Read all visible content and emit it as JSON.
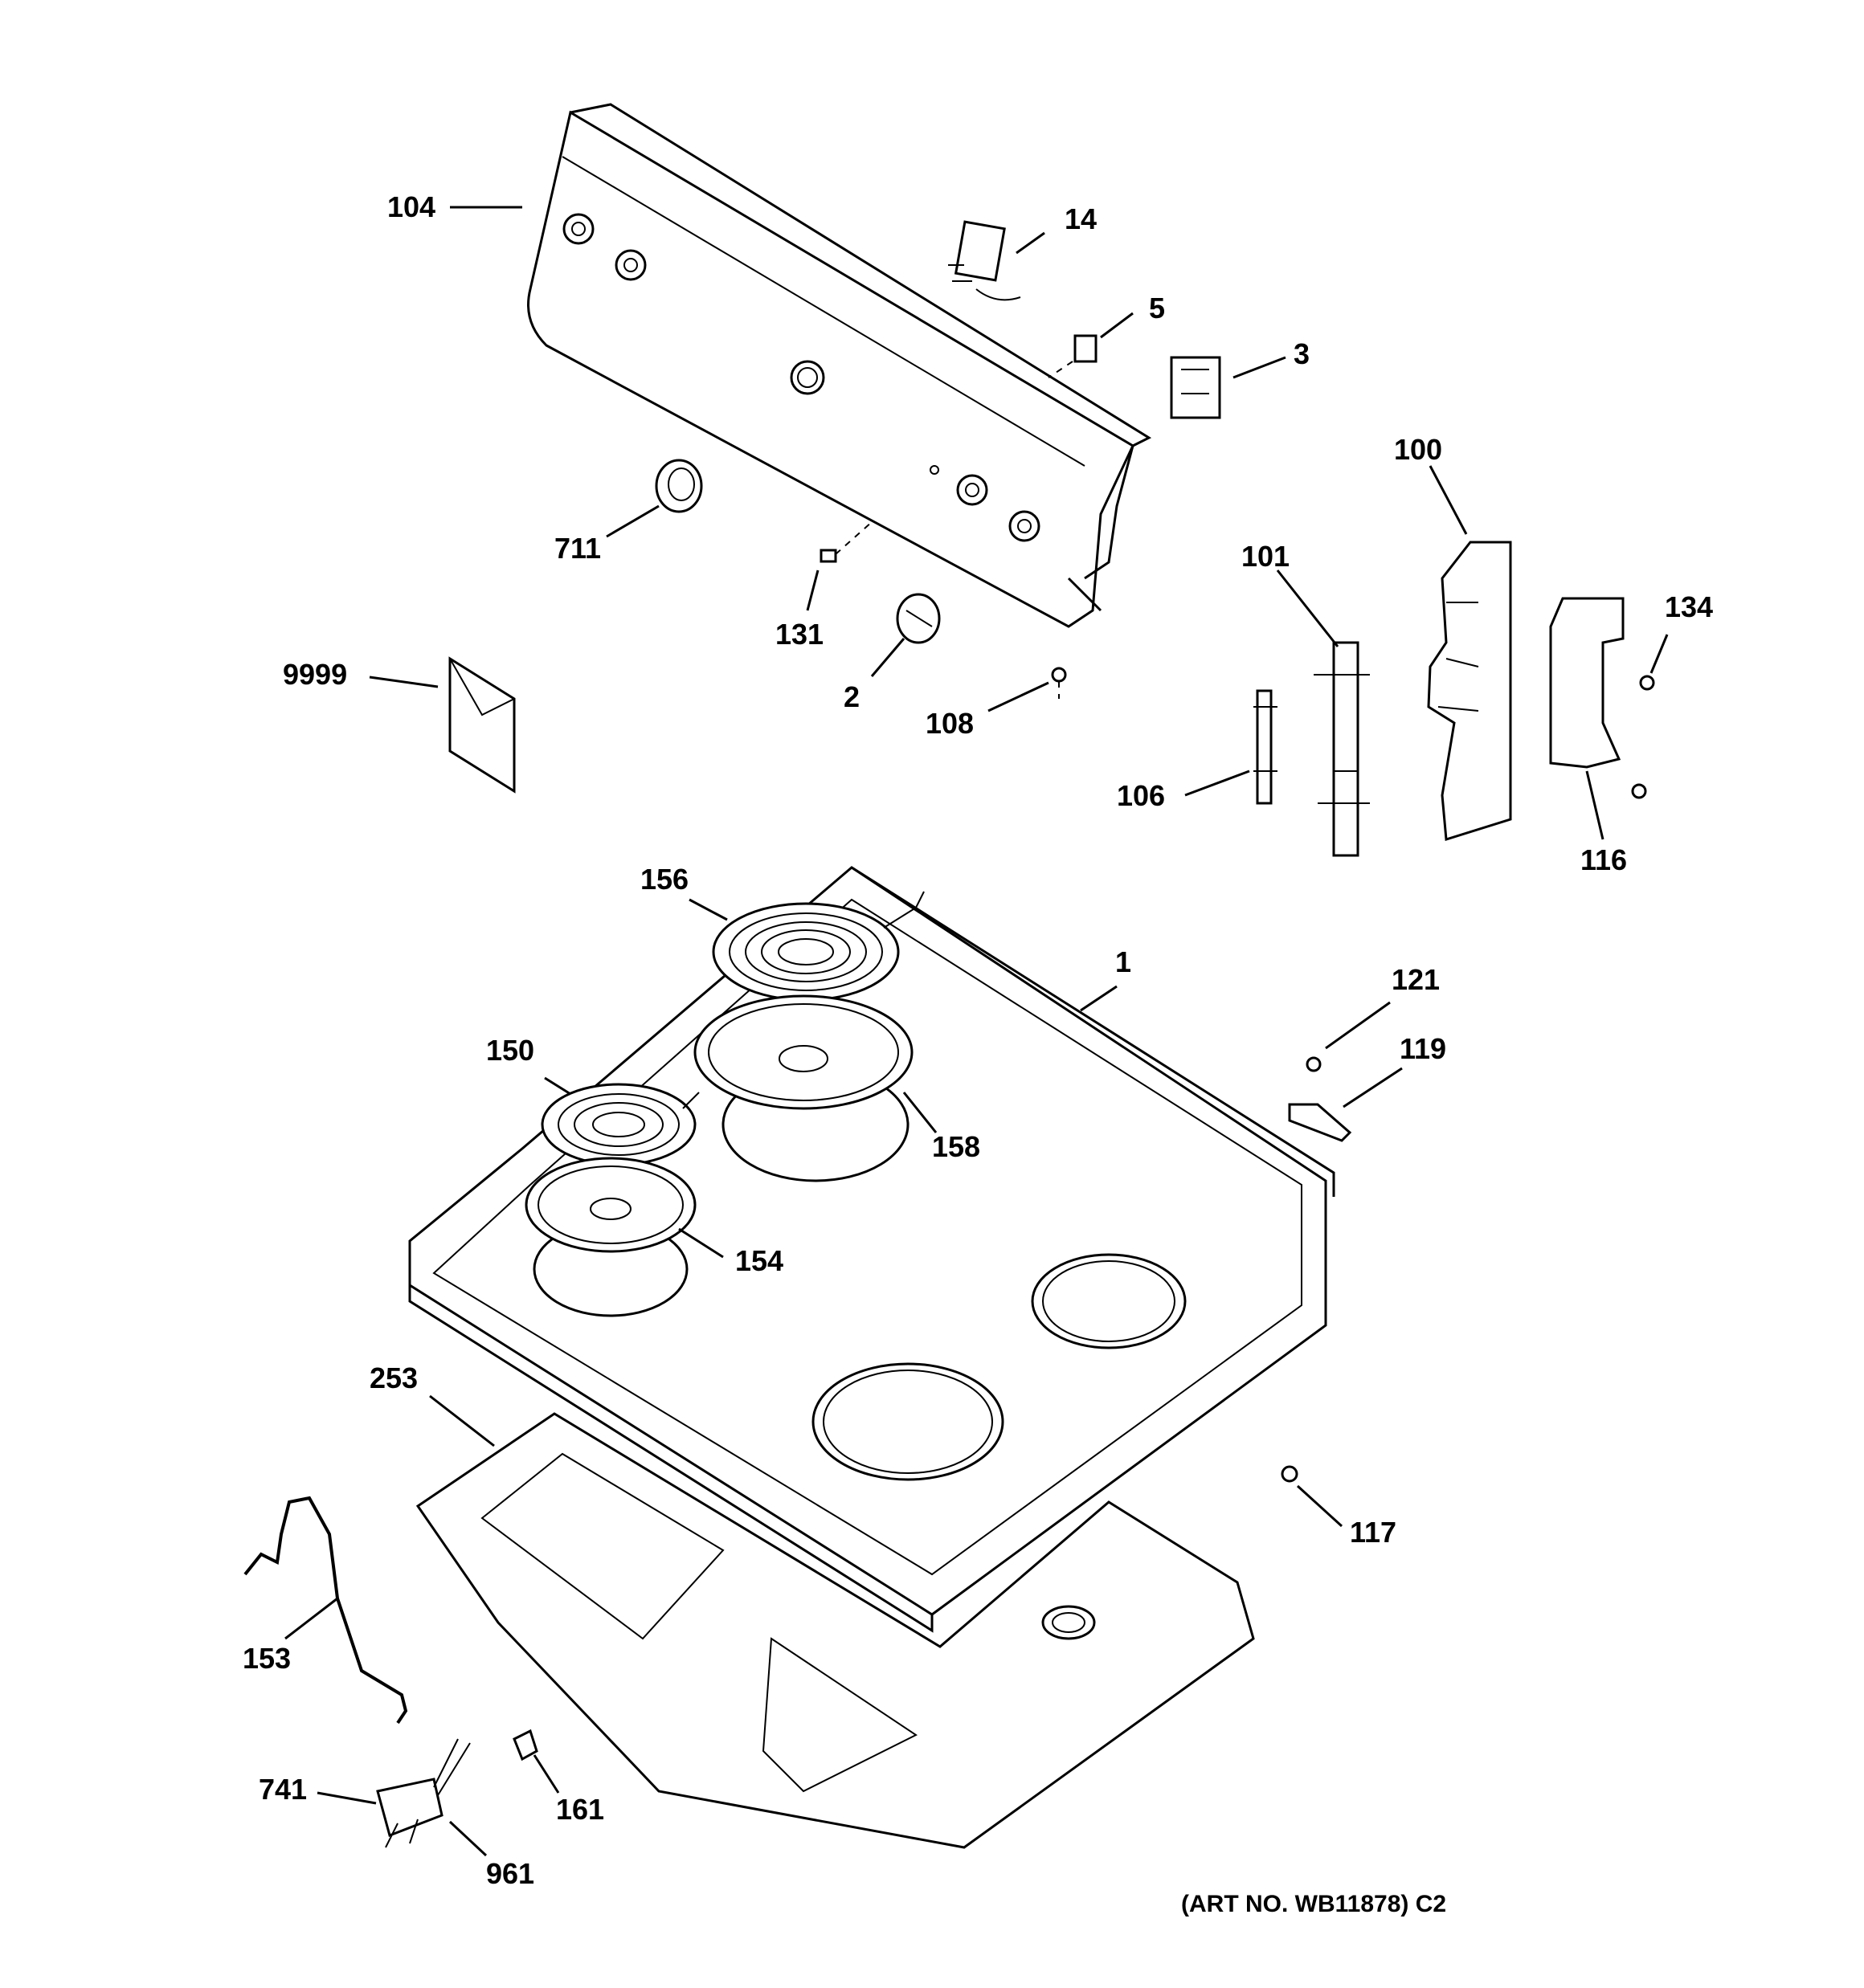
{
  "labels": [
    {
      "id": "104",
      "text": "104"
    },
    {
      "id": "14",
      "text": "14"
    },
    {
      "id": "5",
      "text": "5"
    },
    {
      "id": "3",
      "text": "3"
    },
    {
      "id": "100",
      "text": "100"
    },
    {
      "id": "101",
      "text": "101"
    },
    {
      "id": "134",
      "text": "134"
    },
    {
      "id": "711",
      "text": "711"
    },
    {
      "id": "131",
      "text": "131"
    },
    {
      "id": "2",
      "text": "2"
    },
    {
      "id": "108",
      "text": "108"
    },
    {
      "id": "9999",
      "text": "9999"
    },
    {
      "id": "106",
      "text": "106"
    },
    {
      "id": "116",
      "text": "116"
    },
    {
      "id": "156",
      "text": "156"
    },
    {
      "id": "1",
      "text": "1"
    },
    {
      "id": "121",
      "text": "121"
    },
    {
      "id": "119",
      "text": "119"
    },
    {
      "id": "150",
      "text": "150"
    },
    {
      "id": "158",
      "text": "158"
    },
    {
      "id": "154",
      "text": "154"
    },
    {
      "id": "253",
      "text": "253"
    },
    {
      "id": "117",
      "text": "117"
    },
    {
      "id": "153",
      "text": "153"
    },
    {
      "id": "741",
      "text": "741"
    },
    {
      "id": "161",
      "text": "161"
    },
    {
      "id": "961",
      "text": "961"
    }
  ],
  "art_number": "(ART NO. WB11878) C2"
}
